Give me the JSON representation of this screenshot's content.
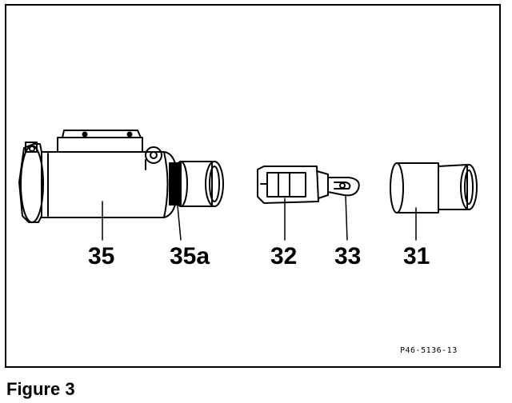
{
  "figure": {
    "caption": "Figure 3",
    "reference_code": "P46-5136-13",
    "parts": [
      {
        "id": "35",
        "label": "35"
      },
      {
        "id": "35a",
        "label": "35a"
      },
      {
        "id": "32",
        "label": "32"
      },
      {
        "id": "33",
        "label": "33"
      },
      {
        "id": "31",
        "label": "31"
      }
    ]
  },
  "colors": {
    "ink": "#000000",
    "paper": "#ffffff"
  }
}
